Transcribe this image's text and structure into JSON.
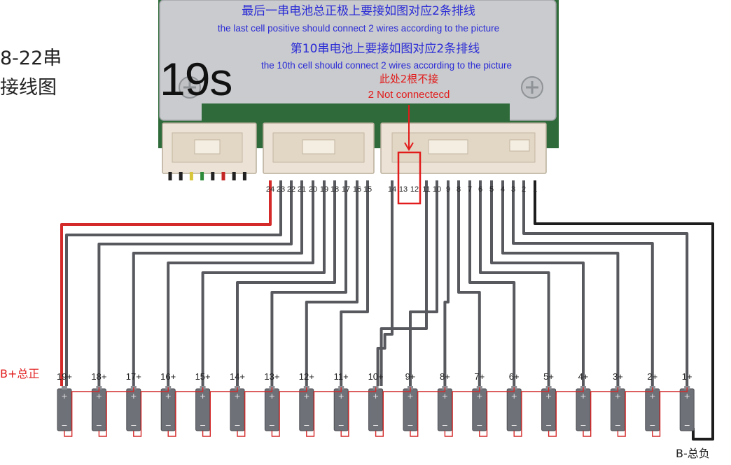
{
  "labels": {
    "side_title_line1": "8-22串",
    "side_title_line2": "接线图",
    "note1_cn": "最后一串电池总正极上要接如图对应2条排线",
    "note1_en": "the last cell positive should connect 2 wires according to the picture",
    "note2_cn": "第10串电池上要接如图对应2条排线",
    "note2_en": "the 10th cell should connect 2 wires according to the picture",
    "note3_cn": "此处2根不接",
    "note3_en": "2 Not connectecd",
    "model": "19s",
    "b_plus": "B+总正",
    "b_minus": "B-总负"
  },
  "pins": [
    "24",
    "23",
    "22",
    "21",
    "20",
    "19",
    "18",
    "17",
    "16",
    "15",
    "14",
    "13",
    "12",
    "11",
    "10",
    "9",
    "8",
    "7",
    "6",
    "5",
    "4",
    "3",
    "2",
    "1"
  ],
  "not_connected_pins": [
    "13",
    "12"
  ],
  "cells": [
    "19+",
    "18+",
    "17+",
    "16+",
    "15+",
    "14+",
    "13+",
    "12+",
    "11+",
    "10+",
    "9+",
    "8+",
    "7+",
    "6+",
    "5+",
    "4+",
    "3+",
    "2+",
    "1+"
  ],
  "wiring": [
    {
      "pin": "24",
      "cell": "19+",
      "color": "red"
    },
    {
      "pin": "23",
      "cell": "19+",
      "color": "gray"
    },
    {
      "pin": "22",
      "cell": "18+",
      "color": "gray"
    },
    {
      "pin": "21",
      "cell": "17+",
      "color": "gray"
    },
    {
      "pin": "20",
      "cell": "16+",
      "color": "gray"
    },
    {
      "pin": "19",
      "cell": "15+",
      "color": "gray"
    },
    {
      "pin": "18",
      "cell": "14+",
      "color": "gray"
    },
    {
      "pin": "17",
      "cell": "13+",
      "color": "gray"
    },
    {
      "pin": "16",
      "cell": "12+",
      "color": "gray"
    },
    {
      "pin": "15",
      "cell": "11+",
      "color": "gray"
    },
    {
      "pin": "14",
      "cell": "10+",
      "color": "gray"
    },
    {
      "pin": "11",
      "cell": "10+",
      "color": "gray"
    },
    {
      "pin": "10",
      "cell": "9+",
      "color": "gray"
    },
    {
      "pin": "9",
      "cell": "8+",
      "color": "gray"
    },
    {
      "pin": "8",
      "cell": "7+",
      "color": "gray"
    },
    {
      "pin": "7",
      "cell": "6+",
      "color": "gray"
    },
    {
      "pin": "6",
      "cell": "5+",
      "color": "gray"
    },
    {
      "pin": "5",
      "cell": "4+",
      "color": "gray"
    },
    {
      "pin": "4",
      "cell": "3+",
      "color": "gray"
    },
    {
      "pin": "3",
      "cell": "2+",
      "color": "gray"
    },
    {
      "pin": "2",
      "cell": "1+",
      "color": "gray"
    },
    {
      "pin": "1",
      "cell": "B-",
      "color": "black"
    }
  ],
  "colors": {
    "board_plate": "#c9cbce",
    "board_pcb": "#2f6b3a",
    "connector": "#ece3d6",
    "wire_gray": "#58595f",
    "wire_red": "#d42a2a",
    "wire_black": "#1d1d1d",
    "cell_body": "#6f7178",
    "note_blue": "#2a2ad6",
    "note_red": "#e21b1b"
  }
}
